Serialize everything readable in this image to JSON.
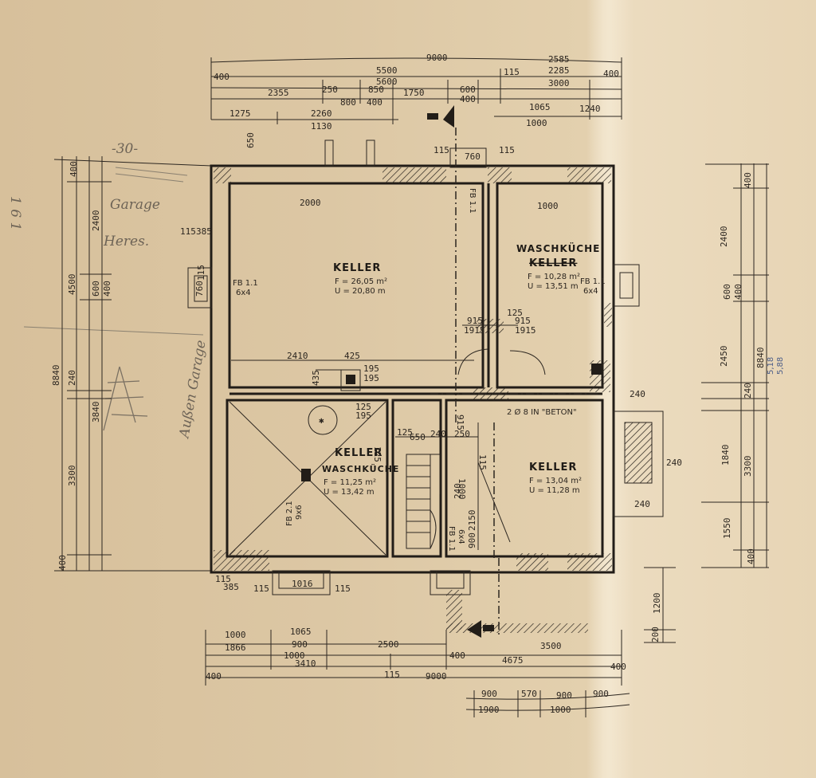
{
  "handwritten": {
    "label_30": "-30-",
    "label_garage": "Garage",
    "label_heres": "Heres.",
    "label_161": "1 6 1",
    "label_garage_side": "Außen Garage"
  },
  "dims_top": {
    "row1": [
      "9000",
      "2585"
    ],
    "row2": [
      "400",
      "5500",
      "115",
      "2285",
      "400"
    ],
    "row3": [
      "5600",
      "3000"
    ],
    "row4": [
      "2355",
      "250",
      "850",
      "1750",
      "600",
      "400"
    ],
    "row5": [
      "800",
      "400"
    ],
    "row6": [
      "1275",
      "2260",
      "1065",
      "1240"
    ],
    "row7": [
      "1130",
      "1000"
    ]
  },
  "dims_bottom": {
    "row1": [
      "1000",
      "1065"
    ],
    "row2": [
      "1866",
      "900",
      "2500",
      "3500"
    ],
    "row3": [
      "1000",
      "400"
    ],
    "row4": [
      "3410",
      "4675"
    ],
    "row5": [
      "400",
      "115",
      "400"
    ],
    "row6": [
      "9000"
    ],
    "row7": [
      "900",
      "570",
      "900",
      "900"
    ],
    "row8": [
      "1900",
      "1000"
    ]
  },
  "dims_left": [
    "400",
    "2400",
    "4500",
    "600",
    "400",
    "8840",
    "240",
    "3840",
    "3300",
    "400",
    "115",
    "385"
  ],
  "dims_right": [
    "400",
    "2400",
    "600",
    "400",
    "2450",
    "8840",
    "240",
    "1840",
    "3300",
    "1550",
    "400",
    "1200",
    "200"
  ],
  "pencil_note": [
    "5,18",
    "5,88"
  ],
  "rooms": {
    "keller_main": {
      "name": "KELLER",
      "area": "F = 26,05 m²",
      "perimeter": "U = 20,80 m"
    },
    "waschkueche": {
      "name": "WASCHKÜCHE",
      "sub": "KELLER",
      "area": "F = 10,28 m²",
      "perimeter": "U = 13,51 m"
    },
    "keller_sw": {
      "name": "KELLER",
      "sub": "WASCHKÜCHE",
      "area": "F = 11,25 m²",
      "perimeter": "U = 13,42 m"
    },
    "keller_se": {
      "name": "KELLER",
      "area": "F = 13,04 m²",
      "perimeter": "U = 11,28 m"
    }
  },
  "interior_dims": {
    "room_width_main": "2000",
    "room_width_wasch": "1000",
    "d2410": "2410",
    "d425": "425",
    "d195a": "195",
    "d195b": "195",
    "d435": "435",
    "d125": "125",
    "d915a": "915",
    "d1915a": "1915",
    "d125b": "125",
    "d915b": "915",
    "d1915b": "1915",
    "d125c": "125",
    "d195c": "195",
    "d125d": "125",
    "d650": "650",
    "d240a": "240",
    "d250": "250",
    "d915c": "915",
    "d115": "115",
    "d1000": "1000",
    "d240b": "240",
    "d2150": "2150",
    "d900": "900",
    "d240c": "240",
    "d240d": "240",
    "d240e": "240",
    "d115l": "115",
    "d385l": "385",
    "d115r": "115",
    "d760": "760",
    "d115b1": "115",
    "d115b2": "115",
    "d1016": "1016",
    "d650v": "650",
    "d115t": "115",
    "d760t": "760",
    "d115t2": "115"
  },
  "window_labels": {
    "fb11_a": "FB 1.1",
    "fb11_a_size": "6x4",
    "fb11_b": "FB 1.1",
    "fb11_b_size": "6x4",
    "fb11_c": "FB 1.1",
    "fb21": "FB 2.1",
    "fb21_size": "9x6",
    "fb11_d": "FB 1.1",
    "fb11_d_size": "6x4"
  },
  "notes": {
    "beton": "2 Ø 8 IN \"BETON\""
  }
}
